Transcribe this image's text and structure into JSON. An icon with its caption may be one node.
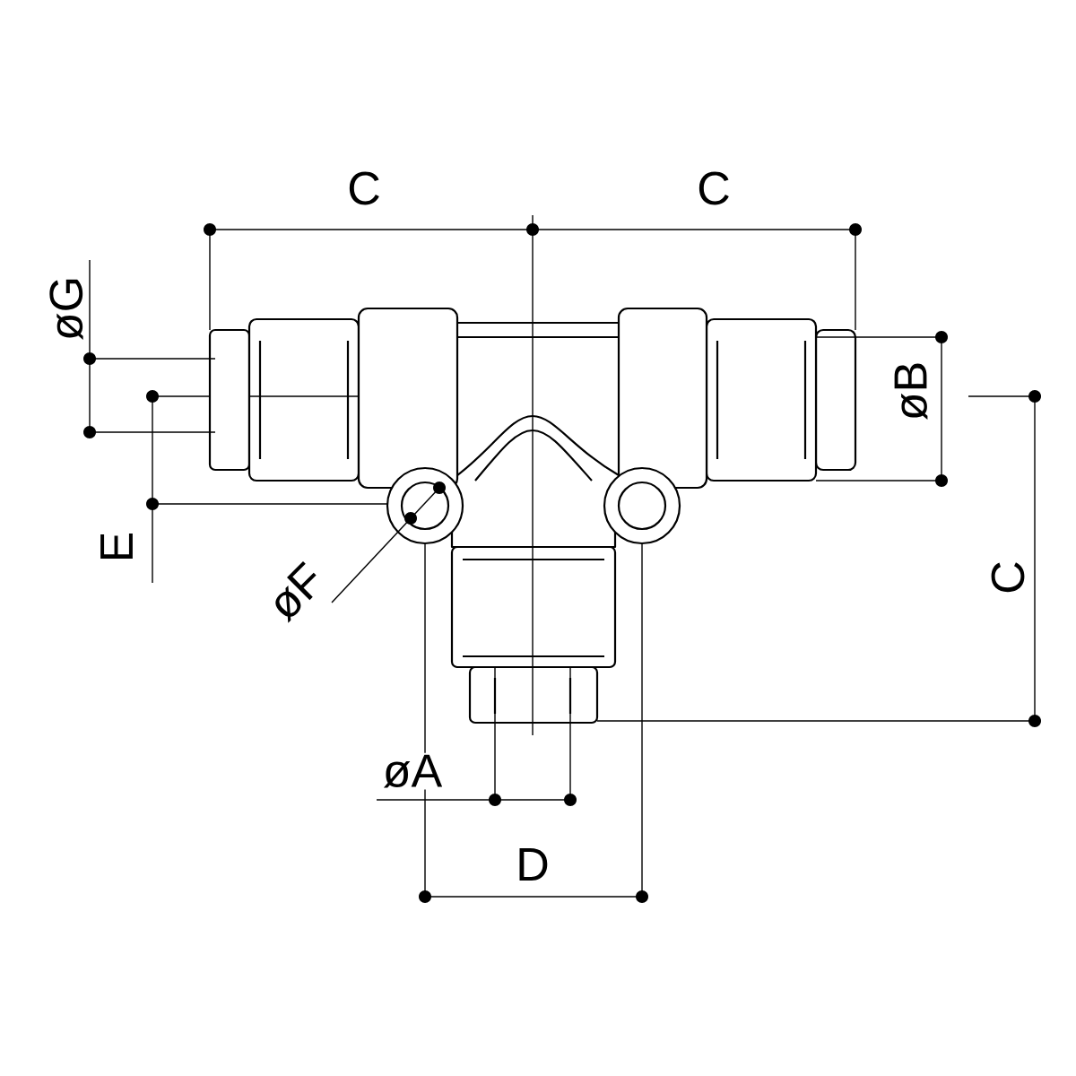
{
  "diagram": {
    "labels": [
      "C",
      "C",
      "øG",
      "øB",
      "E",
      "øF",
      "C",
      "øA",
      "D"
    ]
  }
}
